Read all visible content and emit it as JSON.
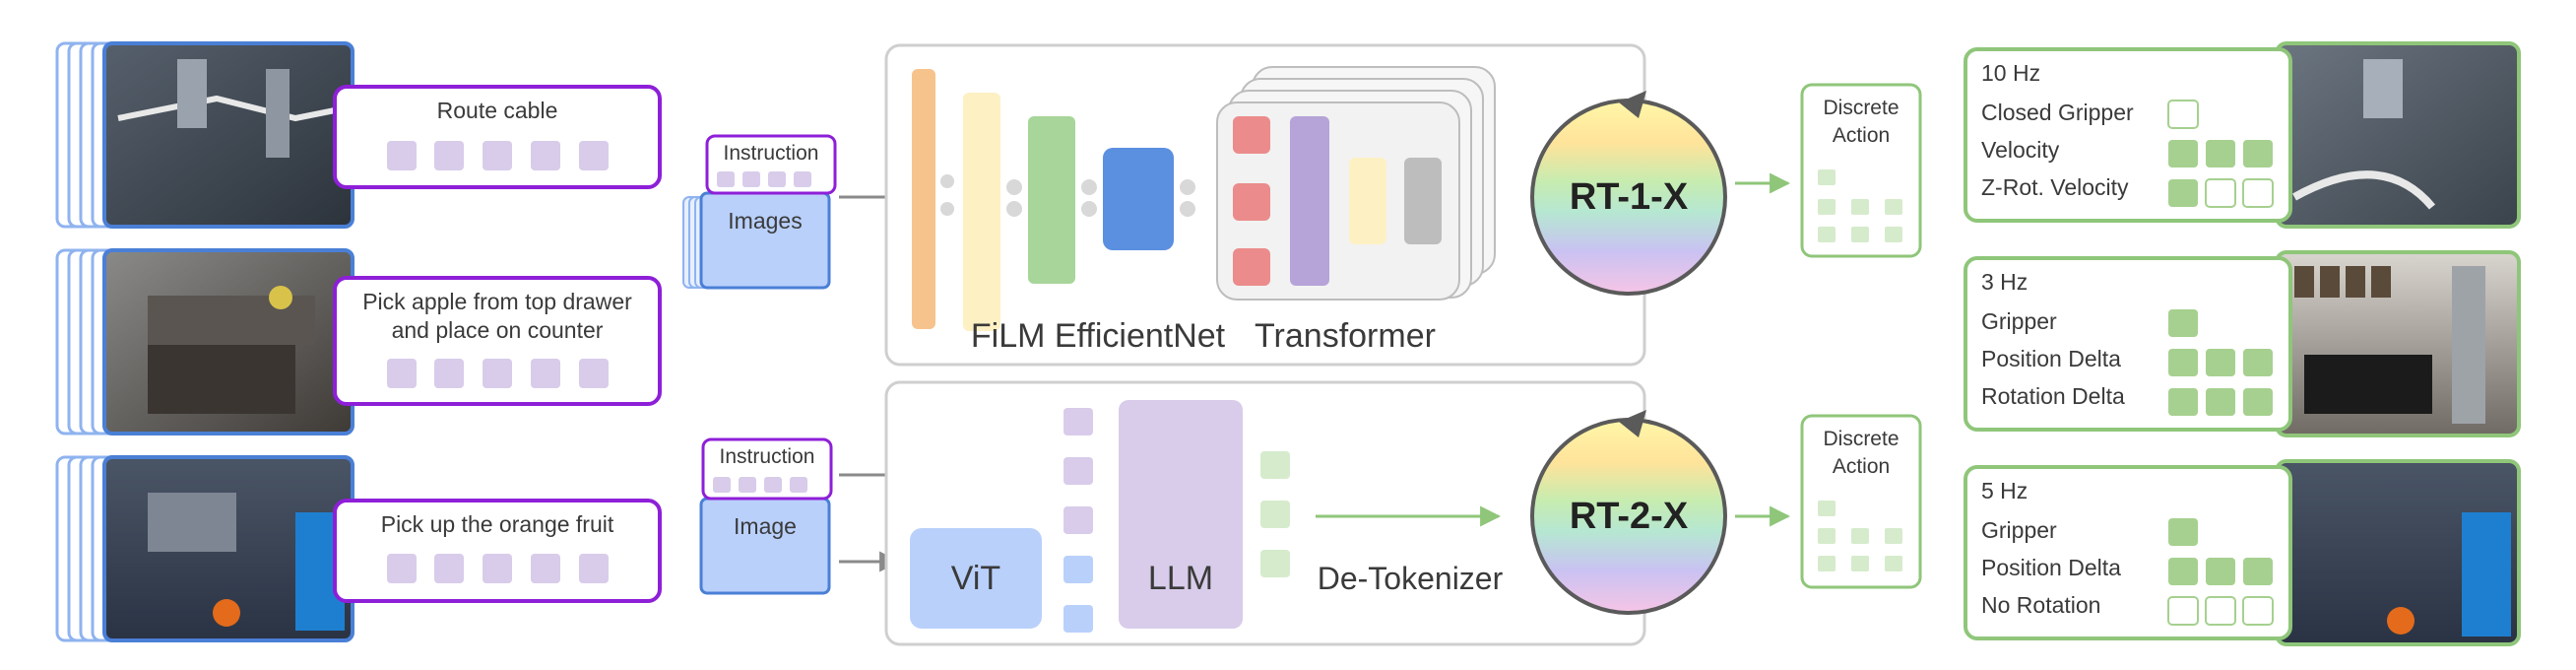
{
  "tasks": [
    {
      "instruction": "Route cable"
    },
    {
      "instruction_line1": "Pick apple from top drawer",
      "instruction_line2": "and place on counter"
    },
    {
      "instruction": "Pick up the orange fruit"
    }
  ],
  "rt1": {
    "instruction_label": "Instruction",
    "images_label": "Images",
    "film_label": "FiLM EfficientNet",
    "transformer_label": "Transformer",
    "model_label": "RT-1-X",
    "action_label_line1": "Discrete",
    "action_label_line2": "Action"
  },
  "rt2": {
    "instruction_label": "Instruction",
    "image_label": "Image",
    "vit_label": "ViT",
    "llm_label": "LLM",
    "detokenizer_label": "De-Tokenizer",
    "model_label": "RT-2-X",
    "action_label_line1": "Discrete",
    "action_label_line2": "Action"
  },
  "action_spaces": [
    {
      "rate": "10 Hz",
      "rows": [
        "Closed Gripper",
        "Velocity",
        "Z-Rot. Velocity"
      ]
    },
    {
      "rate": "3 Hz",
      "rows": [
        "Gripper",
        "Position Delta",
        "Rotation Delta"
      ]
    },
    {
      "rate": "5 Hz",
      "rows": [
        "Gripper",
        "Position Delta",
        "No Rotation"
      ]
    }
  ],
  "colors": {
    "task_border": "#8e1fd8",
    "token_purple": "#d8ccea",
    "image_blue": "#4a7fd6",
    "action_green": "#8fc67a",
    "cell_green": "#a6d08f",
    "panel_border": "#cfcfcf"
  }
}
